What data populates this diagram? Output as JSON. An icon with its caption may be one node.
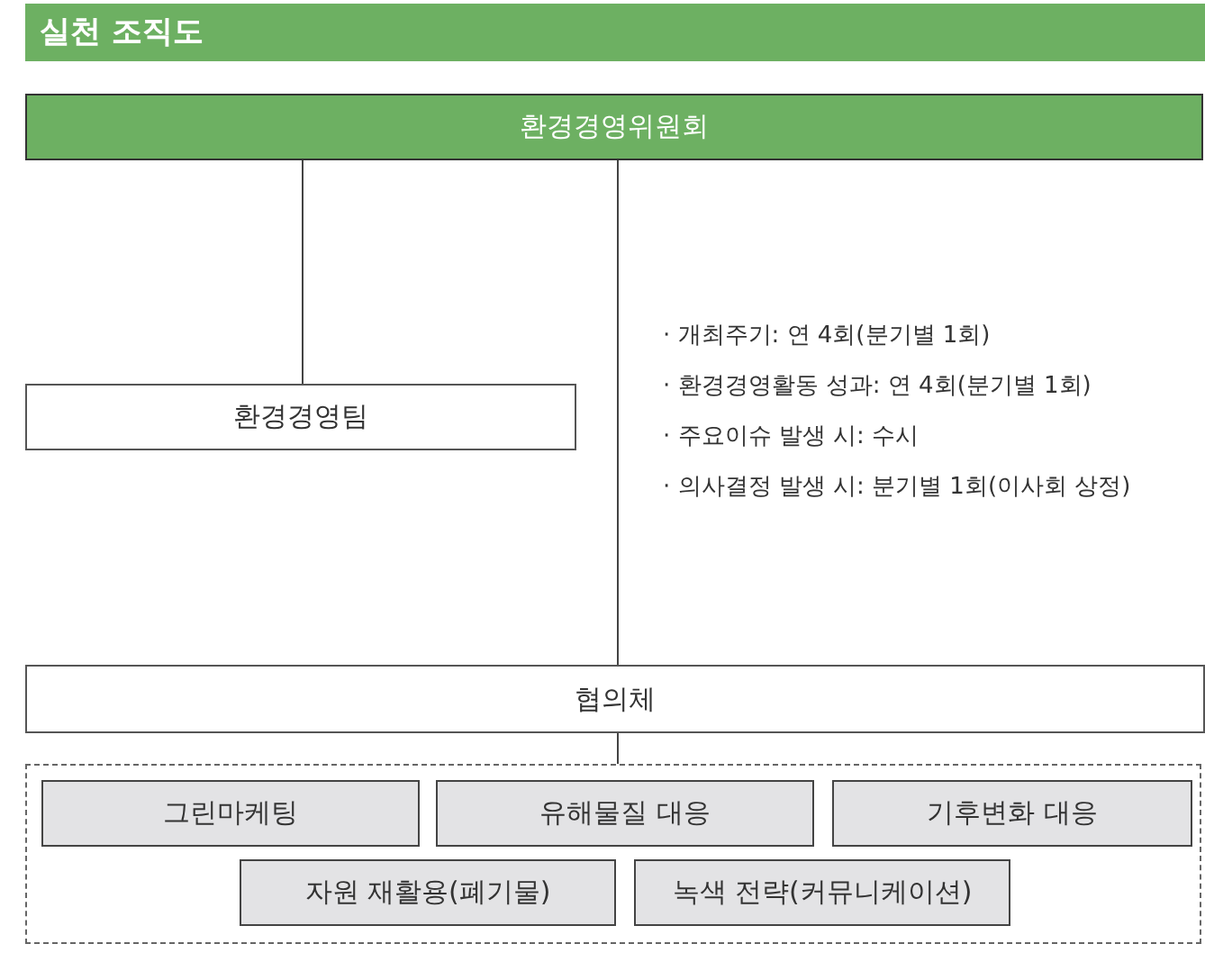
{
  "diagram": {
    "title": "실천 조직도",
    "nodes": [
      {
        "text": [
          "환경경영위원회"
        ]
      },
      {
        "text": [
          "환경경영팀"
        ]
      },
      {
        "text": [
          "협의체"
        ]
      },
      {
        "text": [],
        "shape": "box"
      },
      {
        "text": [
          "그린마케팅"
        ],
        "in": 3
      },
      {
        "text": [
          "유해물질 대응"
        ],
        "in": 3
      },
      {
        "text": [
          "기후변화 대응"
        ],
        "in": 3
      },
      {
        "text": [
          "자원 재활용(폐기물)"
        ],
        "in": 3
      },
      {
        "text": [
          "녹색 전략(커뮤니케이션)"
        ],
        "in": 3
      }
    ],
    "edges": [
      {
        "from": 0,
        "to": 1,
        "arrow": "none"
      },
      {
        "from": 0,
        "to": 2,
        "arrow": "none"
      },
      {
        "from": 2,
        "to": 3,
        "arrow": "none"
      }
    ],
    "labels": [
      "· 개최주기: 연 4회(분기별 1회)",
      "· 환경경영활동 성과: 연 4회(분기별 1회)",
      "· 주요이슈 발생 시: 수시",
      "· 의사결정 발생 시: 분기별 1회(이사회 상정)"
    ]
  }
}
